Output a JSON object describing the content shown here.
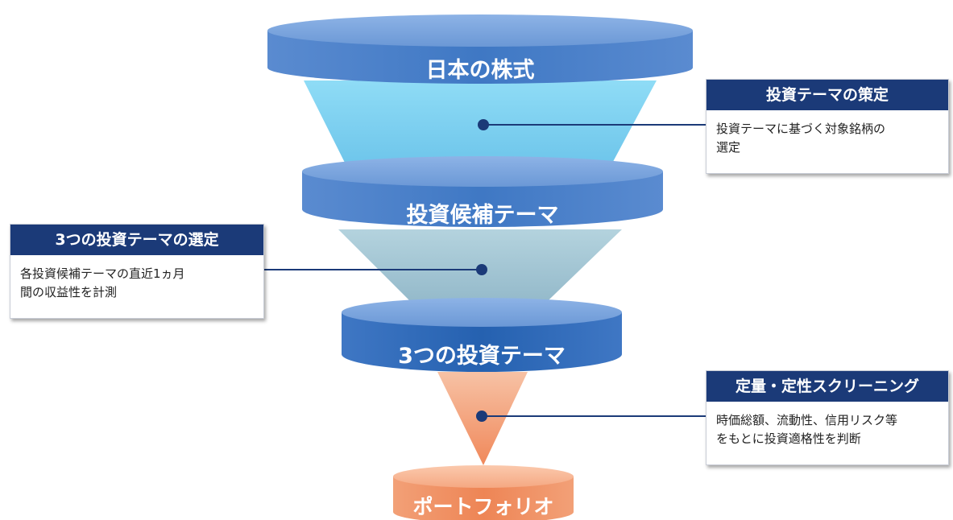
{
  "funnel": {
    "levels": [
      {
        "label": "日本の株式",
        "color": "#3f78c4"
      },
      {
        "label": "投資候補テーマ",
        "color": "#3f78c4"
      },
      {
        "label": "3つの投資テーマ",
        "color": "#2561b0"
      },
      {
        "label": "ポートフォリオ",
        "color": "#f08a5a"
      }
    ]
  },
  "callouts": [
    {
      "title": "投資テーマの策定",
      "body_lines": [
        "投資テーマに基づく対象銘柄の",
        "選定"
      ]
    },
    {
      "title": "3つの投資テーマの選定",
      "body_lines": [
        "各投資候補テーマの直近1ヵ月",
        "間の収益性を計測"
      ]
    },
    {
      "title": "定量・定性スクリーニング",
      "body_lines": [
        "時価総額、流動性、信用リスク等",
        "をもとに投資適格性を判断"
      ]
    }
  ],
  "colors": {
    "callout_header": "#1b3a78",
    "connector": "#1b3a78",
    "cone_top": "#7fd0f0",
    "cone_middle": "#a6c8d6",
    "cone_bottom": "#f2a07a"
  }
}
